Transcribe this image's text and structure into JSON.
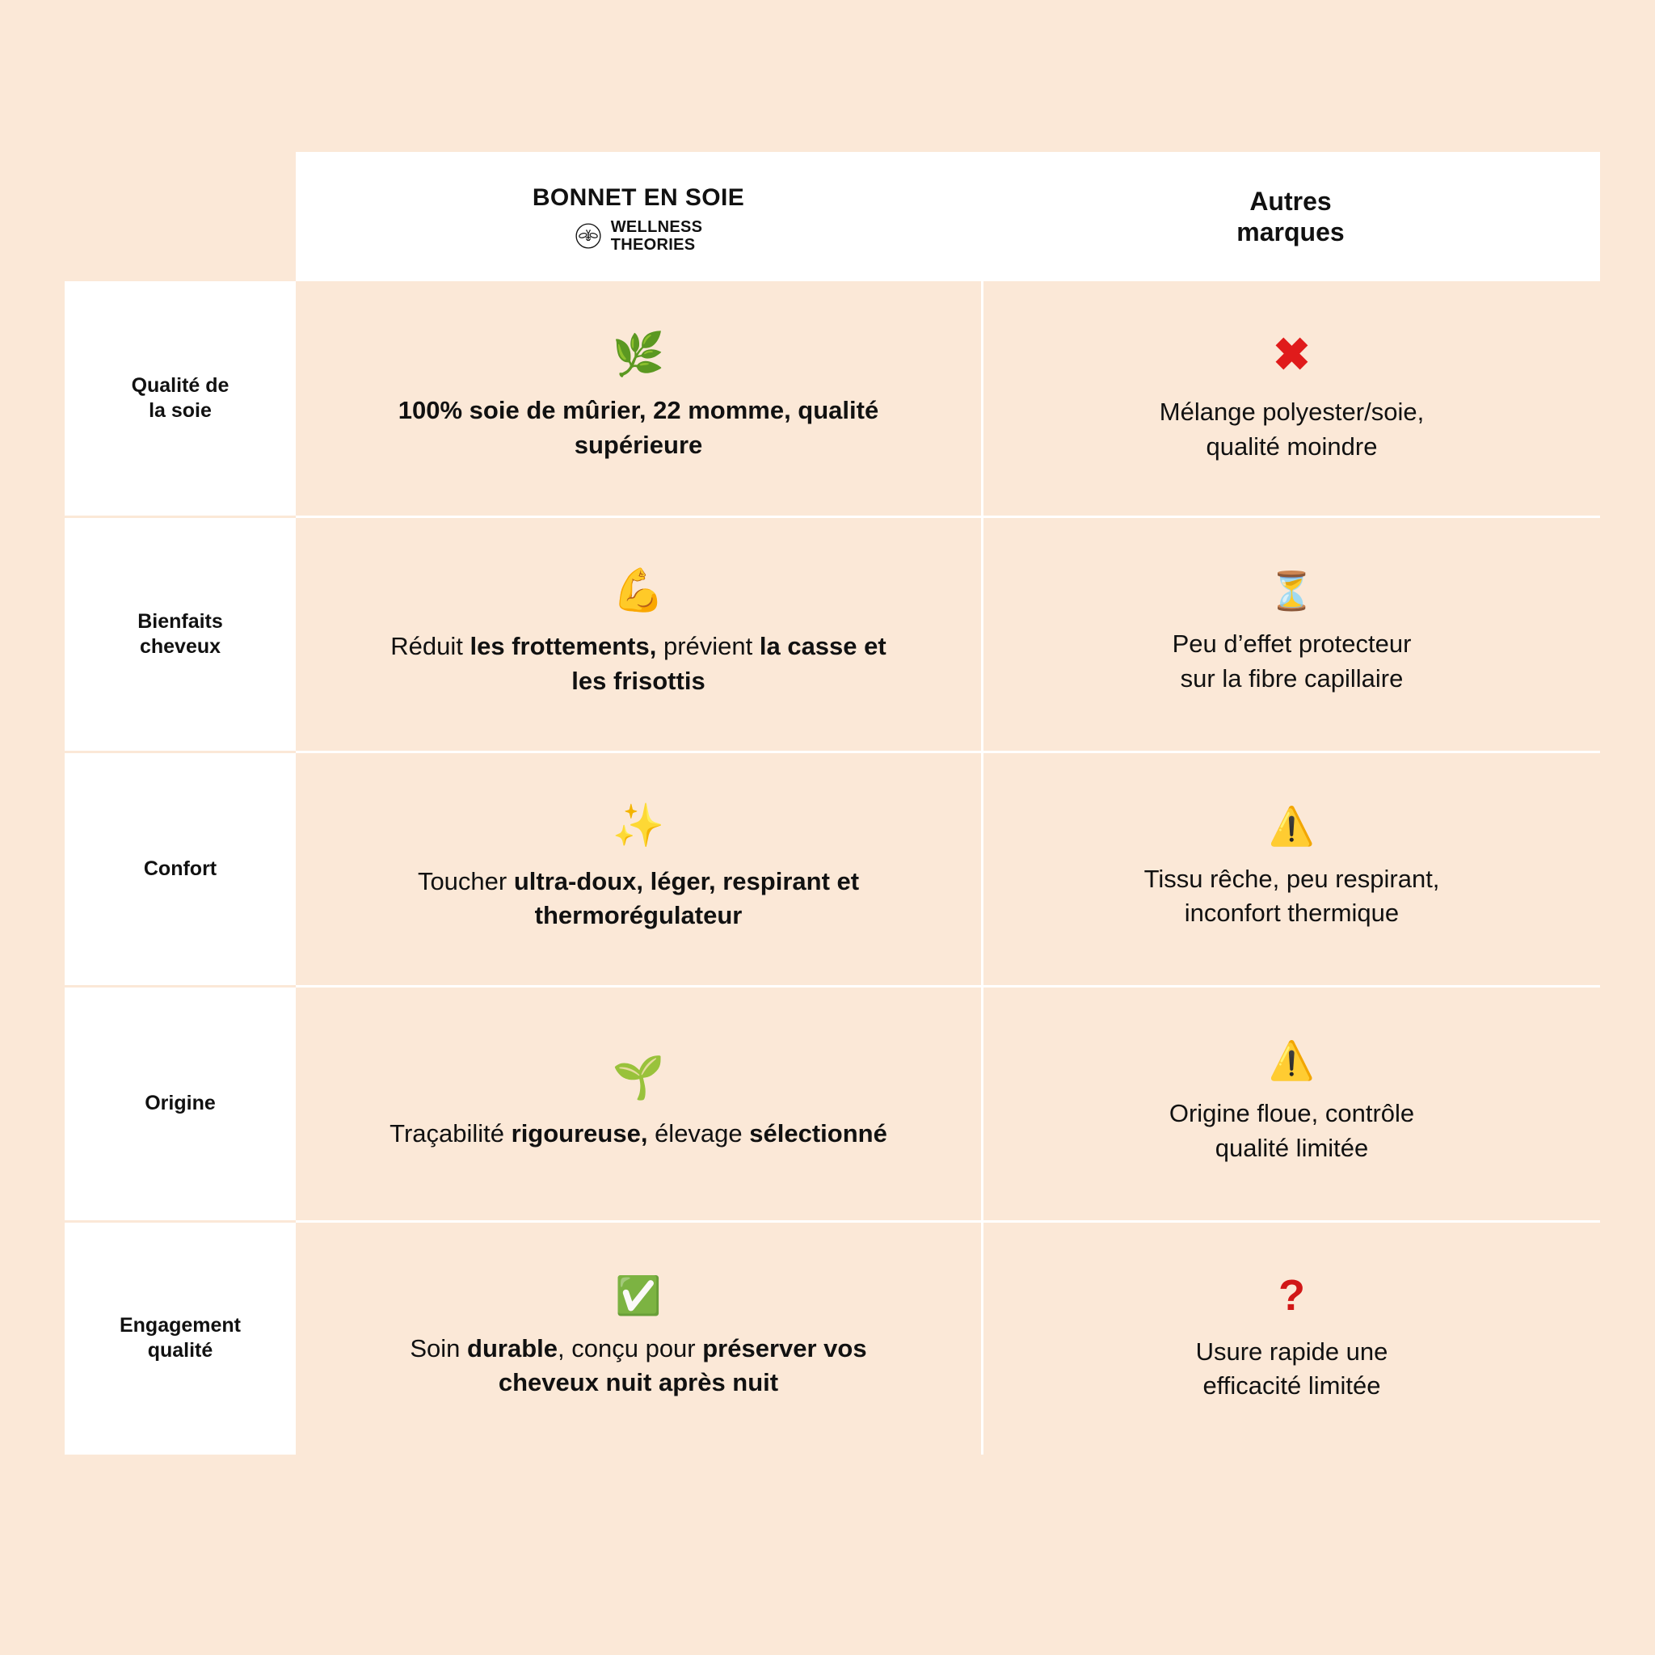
{
  "colors": {
    "background": "#fbe8d7",
    "panel": "#ffffff",
    "text": "#111111",
    "negative_red": "#e01b1b",
    "warning_yellow": "#f5c211",
    "positive_green": "#2fb14a"
  },
  "header": {
    "label_column": "",
    "brand": {
      "title": "BONNET EN SOIE",
      "logo_line1": "WELLNESS",
      "logo_line2": "THEORIES",
      "logo_icon": "bee-circle-icon"
    },
    "other": {
      "line1": "Autres",
      "line2": "marques"
    }
  },
  "rows": [
    {
      "label": "Qualité de\nla soie",
      "label_line1": "Qualité de",
      "label_line2": "la soie",
      "brand": {
        "icon": "herb-leaf-emoji",
        "icon_glyph": "🌿",
        "text_plain": "100% soie de mûrier, 22 momme, qualité supérieure",
        "segments": [
          {
            "text": "100% soie de mûrier, 22 momme, qualité supérieure",
            "bold": true
          }
        ]
      },
      "other": {
        "icon": "red-cross-mark-icon",
        "icon_glyph": "✖",
        "text_plain": "Mélange polyester/soie, qualité moindre",
        "line1": "Mélange polyester/soie,",
        "line2": "qualité moindre"
      }
    },
    {
      "label_line1": "Bienfaits",
      "label_line2": "cheveux",
      "brand": {
        "icon": "flexed-biceps-emoji",
        "icon_glyph": "💪",
        "text_plain": "Réduit les frottements, prévient la casse et les frisottis",
        "segments": [
          {
            "text": "Réduit ",
            "bold": false
          },
          {
            "text": "les frottements,",
            "bold": true
          },
          {
            "text": " prévient ",
            "bold": false
          },
          {
            "text": "la casse et les frisottis",
            "bold": true
          }
        ]
      },
      "other": {
        "icon": "hourglass-emoji",
        "icon_glyph": "⏳",
        "text_plain": "Peu d’effet protecteur sur la fibre capillaire",
        "line1": "Peu d’effet protecteur",
        "line2": "sur la fibre capillaire"
      }
    },
    {
      "label_line1": "Confort",
      "label_line2": "",
      "brand": {
        "icon": "sparkles-emoji",
        "icon_glyph": "✨",
        "text_plain": "Toucher ultra-doux, léger, respirant et thermorégulateur",
        "segments": [
          {
            "text": "Toucher ",
            "bold": false
          },
          {
            "text": "ultra-doux, léger, respirant et thermorégulateur",
            "bold": true
          }
        ]
      },
      "other": {
        "icon": "warning-triangle-emoji",
        "icon_glyph": "⚠️",
        "text_plain": "Tissu rêche, peu respirant, inconfort thermique",
        "line1": "Tissu rêche, peu respirant,",
        "line2": "inconfort thermique"
      }
    },
    {
      "label_line1": "Origine",
      "label_line2": "",
      "brand": {
        "icon": "seedling-emoji",
        "icon_glyph": "🌱",
        "text_plain": "Traçabilité rigoureuse, élevage sélectionné",
        "segments": [
          {
            "text": "Traçabilité ",
            "bold": false
          },
          {
            "text": "rigoureuse,",
            "bold": true
          },
          {
            "text": " élevage ",
            "bold": false
          },
          {
            "text": "sélectionné",
            "bold": true
          }
        ]
      },
      "other": {
        "icon": "warning-triangle-emoji",
        "icon_glyph": "⚠️",
        "text_plain": "Origine floue, contrôle qualité limitée",
        "line1": "Origine floue, contrôle",
        "line2": "qualité limitée"
      }
    },
    {
      "label_line1": "Engagement",
      "label_line2": "qualité",
      "brand": {
        "icon": "green-check-mark-emoji",
        "icon_glyph": "✅",
        "text_plain": "Soin durable, conçu pour préserver vos cheveux nuit après nuit",
        "segments": [
          {
            "text": "Soin ",
            "bold": false
          },
          {
            "text": "durable",
            "bold": true
          },
          {
            "text": ", conçu pour ",
            "bold": false
          },
          {
            "text": "préserver vos cheveux nuit après nuit",
            "bold": true
          }
        ]
      },
      "other": {
        "icon": "red-question-mark-icon",
        "icon_glyph": "?",
        "text_plain": "Usure rapide une efficacité limitée",
        "line1": "Usure rapide une",
        "line2": "efficacité limitée"
      }
    }
  ]
}
